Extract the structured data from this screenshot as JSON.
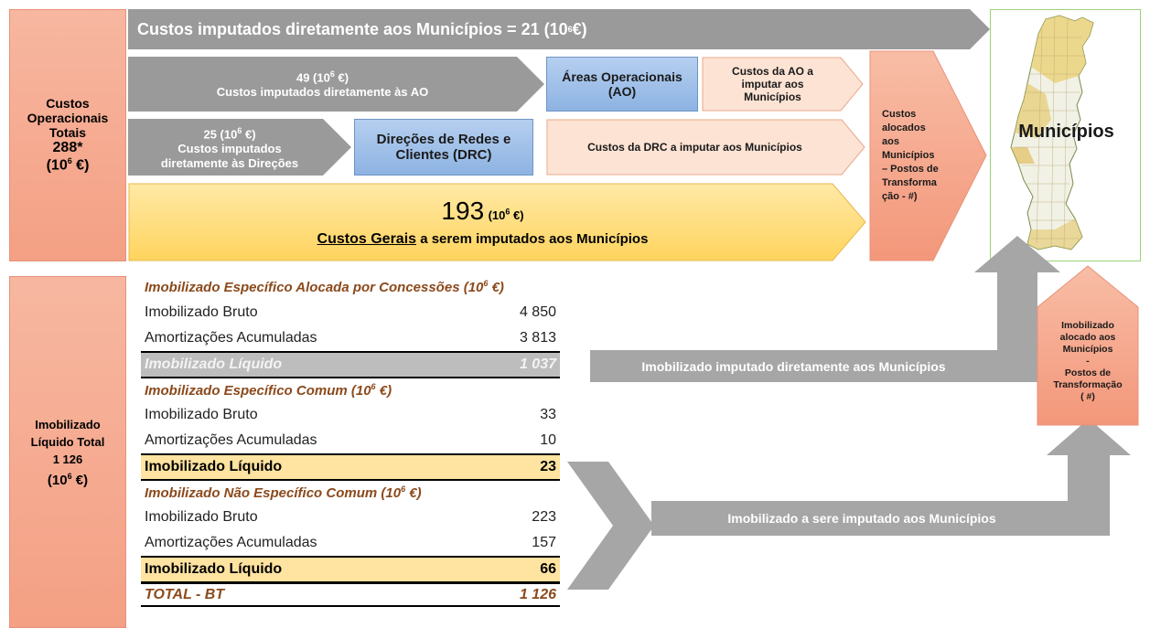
{
  "custos_box": {
    "line1": "Custos",
    "line2": "Operacionais",
    "line3": "Totais",
    "value": "288*",
    "unit": "(10",
    "unit_sup": "6",
    "unit_end": " €)"
  },
  "arrow_top": {
    "text": "Custos imputados diretamente aos Municípios = 21 (10",
    "sup": "6",
    "end": " €)"
  },
  "arrow_ao": {
    "value": "49 (10",
    "sup": "6",
    "end": " €)",
    "label": "Custos imputados diretamente às AO"
  },
  "box_ao": {
    "line1": "Áreas Operacionais",
    "line2": "(AO)"
  },
  "arrow_ao_imputar": {
    "line1": "Custos da AO a",
    "line2": "imputar aos",
    "line3": "Municípios"
  },
  "arrow_dir": {
    "value": "25 (10",
    "sup": "6",
    "end": " €)",
    "line1": "Custos imputados",
    "line2": "diretamente às Direções"
  },
  "box_drc": {
    "line1": "Direções de Redes e",
    "line2": "Clientes (DRC)"
  },
  "arrow_drc_imputar": {
    "text": "Custos da DRC a imputar aos Municípios"
  },
  "arrow_gerais": {
    "value": "193",
    "unit": "(10",
    "sup": "6",
    "end": " €)",
    "label_u": "Custos Gerais",
    "label_rest": " a serem imputados aos Municípios"
  },
  "alocados": {
    "line1": "Custos",
    "line2": "alocados",
    "line3": "aos",
    "line4": "Municípios",
    "line5": "– Postos de",
    "line6": "Transforma",
    "line7": "ção - #)"
  },
  "municipios": {
    "label": "Municípios"
  },
  "imob_box": {
    "line1": "Imobilizado",
    "line2": "Líquido Total",
    "line3": "1 126",
    "unit": "(10",
    "sup": "6",
    "end": " €)"
  },
  "imob_alocado": {
    "line1": "Imobilizado",
    "line2": "alocado aos",
    "line3": "Municípios",
    "line4": "-",
    "line5": "Postos de",
    "line6": "Transformação",
    "line7": "( #)"
  },
  "sections": [
    {
      "title": "Imobilizado Específico Alocada por Concessões (10",
      "sup": "6",
      "end": " €)",
      "bruto_label": "Imobilizado Bruto",
      "bruto": "4 850",
      "amort_label": "Amortizações Acumuladas",
      "amort": "3 813",
      "liq_label": "Imobilizado Líquido",
      "liq": "1 037"
    },
    {
      "title": "Imobilizado Específico Comum (10",
      "sup": "6",
      "end": " €)",
      "bruto_label": "Imobilizado Bruto",
      "bruto": "33",
      "amort_label": "Amortizações Acumuladas",
      "amort": "10",
      "liq_label": "Imobilizado Líquido",
      "liq": "23"
    },
    {
      "title": "Imobilizado Não Específico Comum (10",
      "sup": "6",
      "end": " €)",
      "bruto_label": "Imobilizado Bruto",
      "bruto": "223",
      "amort_label": "Amortizações Acumuladas",
      "amort": "157",
      "liq_label": "Imobilizado Líquido",
      "liq": "66"
    }
  ],
  "total": {
    "label": "TOTAL - BT",
    "value": "1 126"
  },
  "arrow_imob_direto": {
    "text": "Imobilizado imputado diretamente aos Municípios"
  },
  "arrow_imob_imputar": {
    "text": "Imobilizado a sere imputado aos Municípios"
  },
  "colors": {
    "salmon": "#f4a084",
    "grey_arrow": "#999999",
    "blue_box": "#8db3e2",
    "yellow": "#ffd966",
    "peach": "#fde3d4",
    "map_green": "#9bd27a"
  }
}
